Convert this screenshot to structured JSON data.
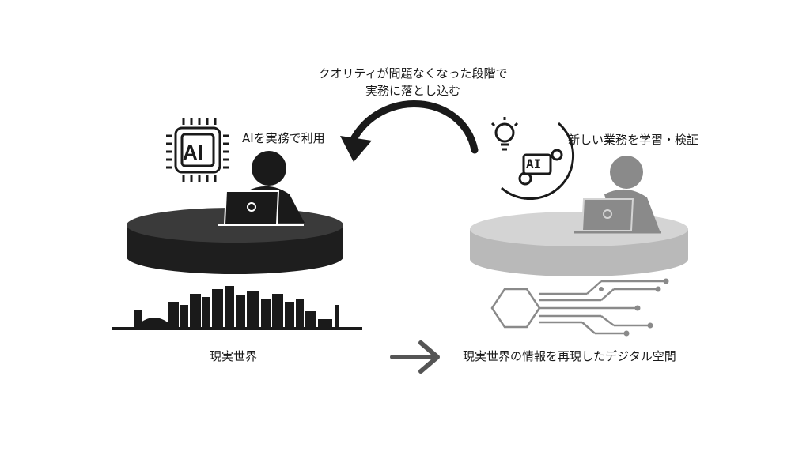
{
  "caption": {
    "line1": "クオリティが問題なくなった段階で",
    "line2": "実務に落とし込む"
  },
  "left": {
    "chip_text": "AI",
    "label": "AIを実務で利用",
    "bottom_label": "現実世界"
  },
  "right": {
    "badge_text": "AI",
    "label": "新しい業務を学習・検証",
    "bottom_label": "現実世界の情報を再現したデジタル空間"
  },
  "colors": {
    "left_platform_top": "#3a3a3a",
    "left_platform_side": "#1e1e1e",
    "right_platform_top": "#d4d4d4",
    "right_platform_side": "#b9b9b9",
    "ink": "#1a1a1a",
    "grey_ink": "#8a8a8a"
  },
  "icons": [
    "ai-chip-icon",
    "person-laptop-icon",
    "lightbulb-gear-icon",
    "city-skyline-icon",
    "circuit-hexagon-icon",
    "curved-arrow-icon",
    "right-arrow-icon"
  ]
}
